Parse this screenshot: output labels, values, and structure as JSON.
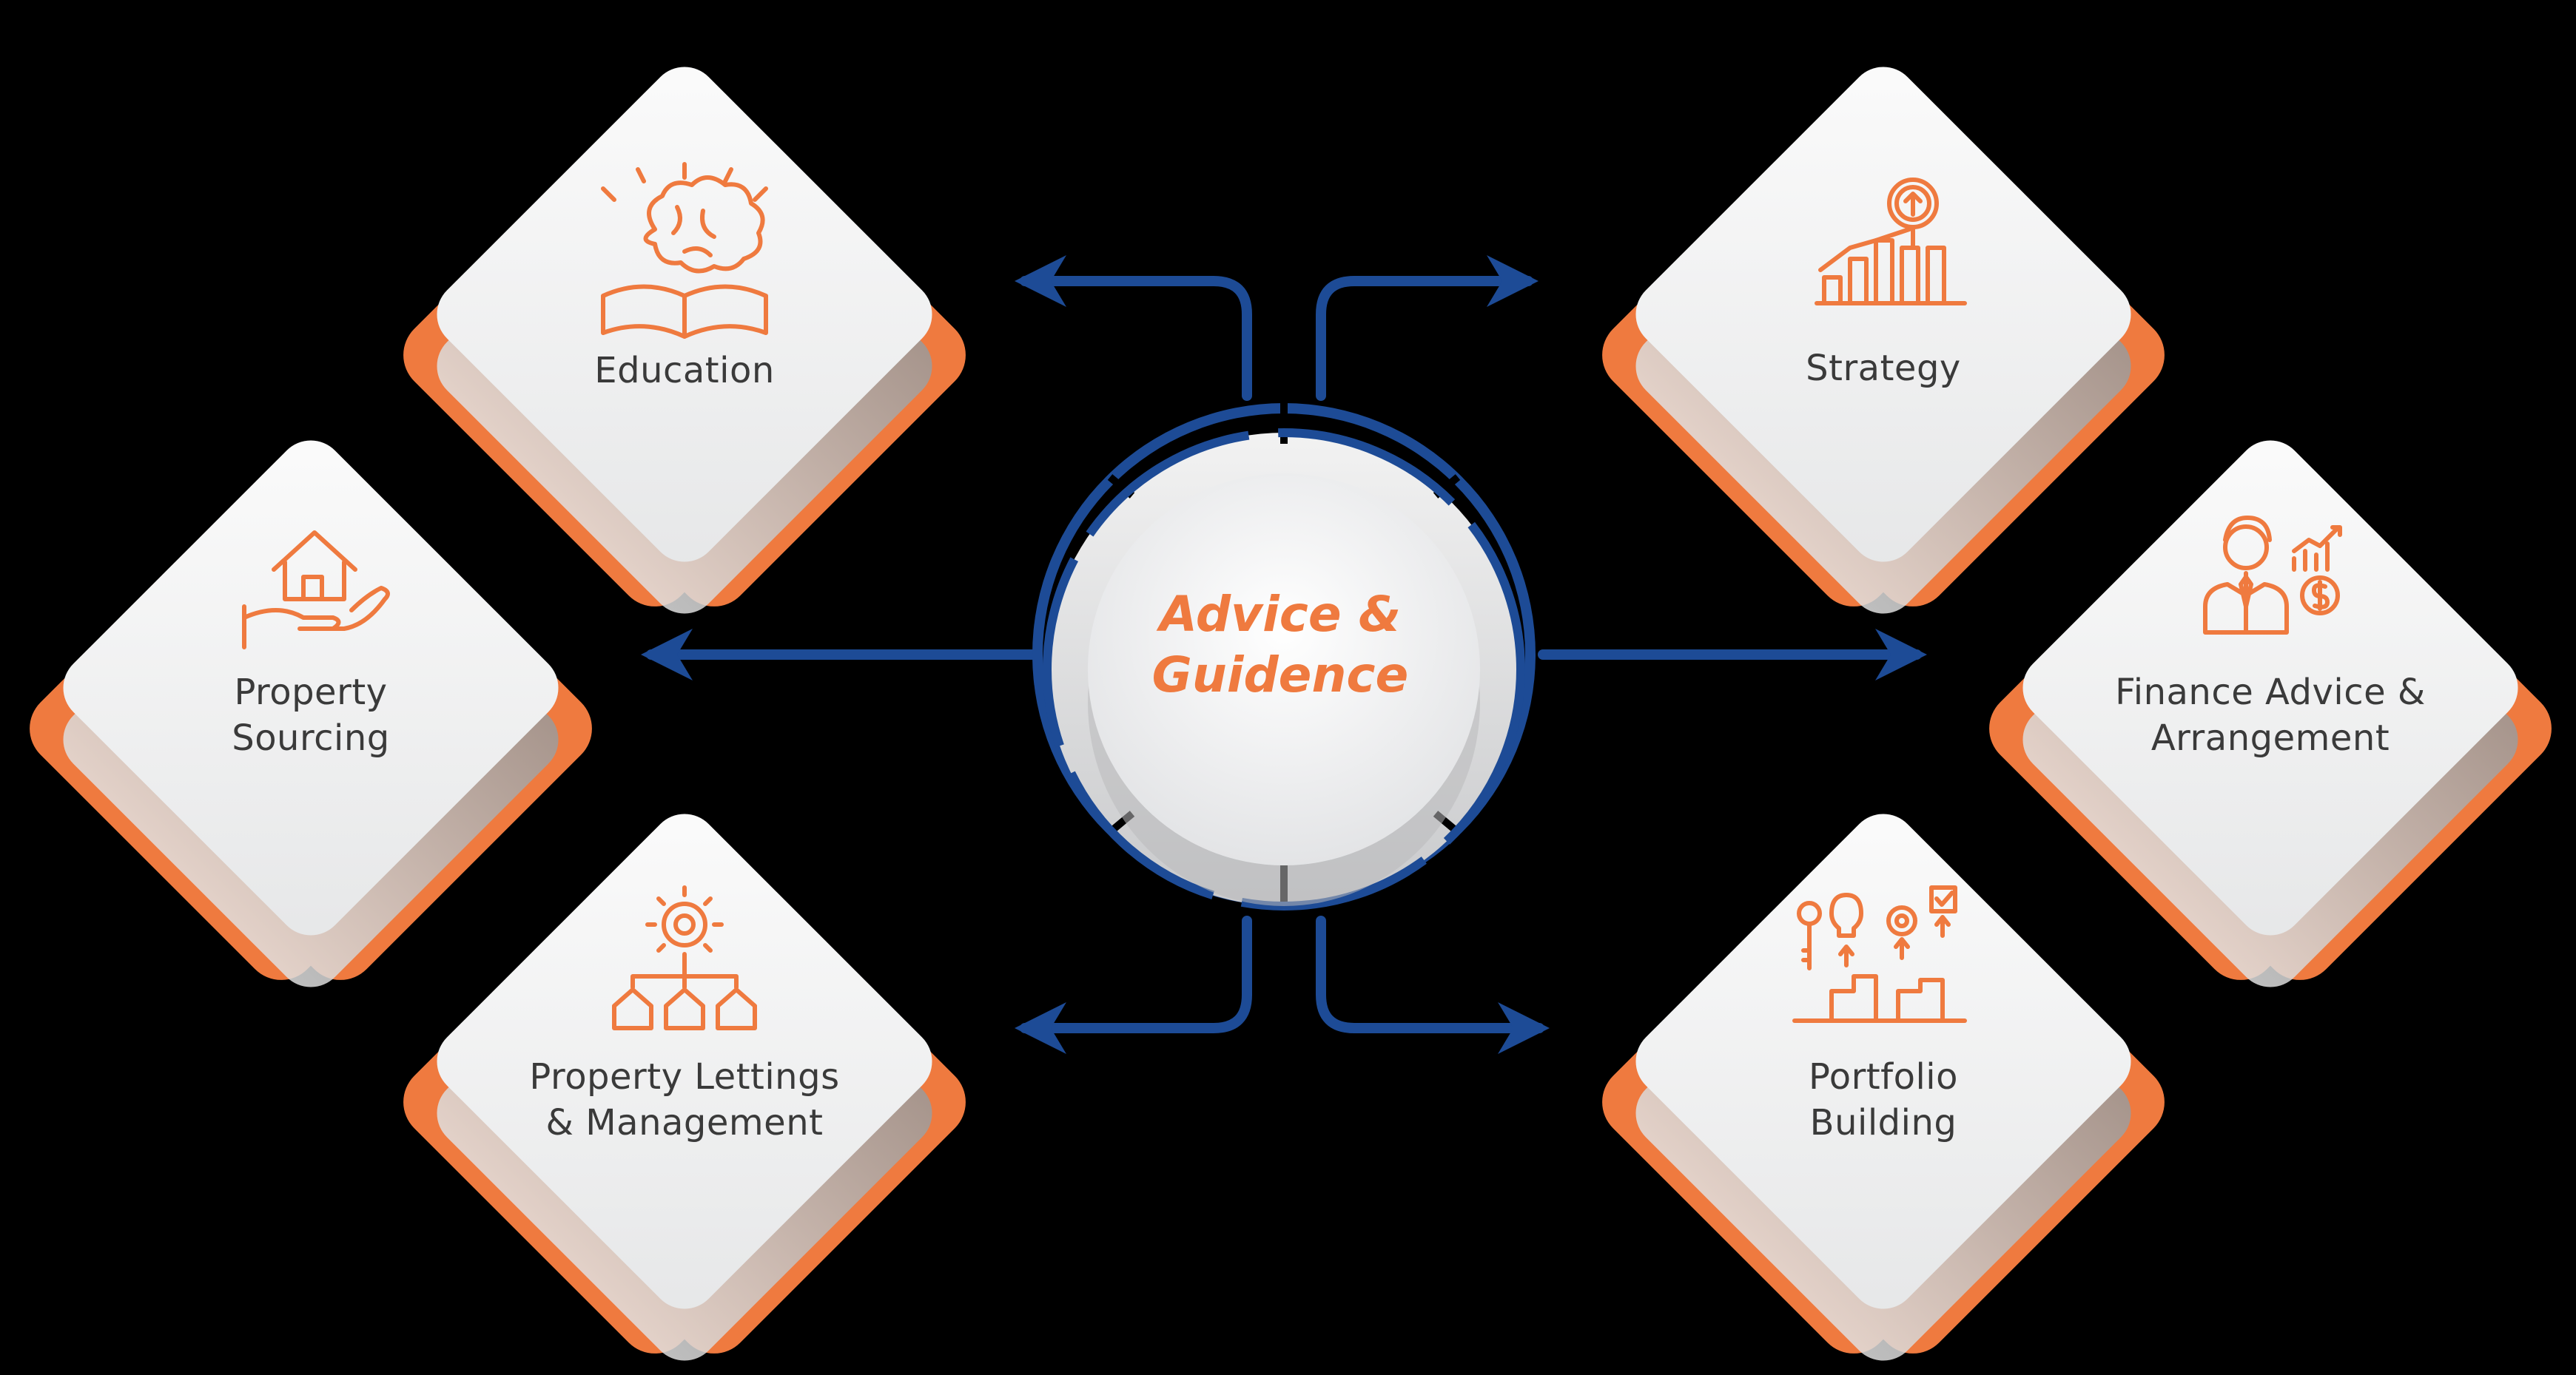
{
  "center": {
    "title_line1": "Advice &",
    "title_line2": "Guidence"
  },
  "nodes": {
    "education": {
      "label_line1": "Education",
      "label_line2": "",
      "icon": "brain-book-icon"
    },
    "property_sourcing": {
      "label_line1": "Property",
      "label_line2": "Sourcing",
      "icon": "house-in-hand-icon"
    },
    "property_lettings": {
      "label_line1": "Property Lettings",
      "label_line2": "& Management",
      "icon": "gear-houses-network-icon"
    },
    "strategy": {
      "label_line1": "Strategy",
      "label_line2": "",
      "icon": "growth-chart-target-icon"
    },
    "finance": {
      "label_line1": "Finance Advice &",
      "label_line2": "Arrangement",
      "icon": "businessman-finance-icon"
    },
    "portfolio": {
      "label_line1": "Portfolio",
      "label_line2": "Building",
      "icon": "ideas-steps-icon"
    }
  },
  "colors": {
    "accent": "#ef7a3f",
    "connector": "#1d4b96",
    "card": "#f3f4f5",
    "background": "#000000"
  }
}
